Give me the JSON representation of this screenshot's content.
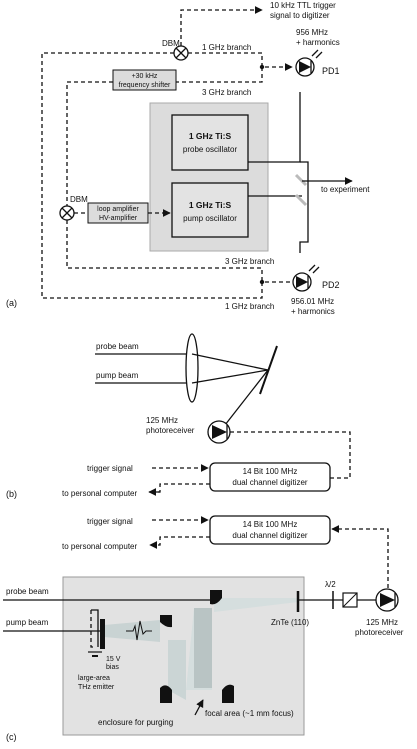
{
  "panels": [
    "(a)",
    "(b)",
    "(c)"
  ],
  "a": {
    "ttl": [
      "10 kHz TTL trigger",
      "signal to digitizer"
    ],
    "dbm_top": "DBM",
    "dbm_left": "DBM",
    "branch_1ghz_top": "1 GHz branch",
    "branch_3ghz_top": "3 GHz branch",
    "shifter": [
      "+30 kHz",
      "frequency shifter"
    ],
    "pd1_freq": [
      "956 MHz",
      "+ harmonics"
    ],
    "pd1": "PD1",
    "probe_osc": [
      "1 GHz Ti:S",
      "probe oscillator"
    ],
    "pump_osc": [
      "1 GHz Ti:S",
      "pump oscillator"
    ],
    "to_experiment": "to experiment",
    "loop_amp": [
      "loop amplifier",
      "HV-amplifier"
    ],
    "branch_3ghz_bottom": "3 GHz branch",
    "branch_1ghz_bottom": "1 GHz branch",
    "pd2": "PD2",
    "pd2_freq": [
      "956.01 MHz",
      "+ harmonics"
    ]
  },
  "b": {
    "probe_beam": "probe beam",
    "pump_beam": "pump beam",
    "photoreceiver": [
      "125 MHz",
      "photoreceiver"
    ],
    "trigger": "trigger signal",
    "to_pc": "to personal computer",
    "digitizer": [
      "14 Bit 100 MHz",
      "dual channel digitizer"
    ]
  },
  "c": {
    "trigger": "trigger signal",
    "to_pc": "to personal computer",
    "digitizer": [
      "14 Bit 100 MHz",
      "dual channel digitizer"
    ],
    "photoreceiver": [
      "125 MHz",
      "photoreceiver"
    ],
    "probe_beam": "probe beam",
    "pump_beam": "pump beam",
    "lambda2": "λ/2",
    "znte": "ZnTe (110)",
    "bias": [
      "15 V",
      "bias"
    ],
    "emitter": [
      "large-area",
      "THz emitter"
    ],
    "focal": "focal area (~1 mm focus)",
    "enclosure": "enclosure for purging"
  }
}
